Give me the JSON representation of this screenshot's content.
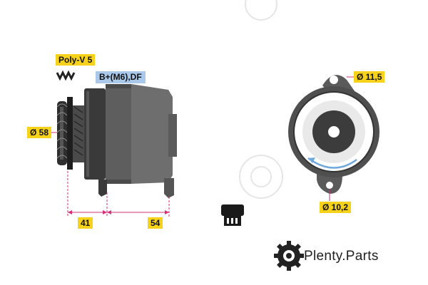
{
  "labels": {
    "belt_type": "Poly-V 5",
    "terminals": "B+(M6),DF",
    "pulley_diameter": "Ø 58",
    "mount_hole_top": "Ø 11,5",
    "mount_hole_bottom": "Ø 10,2",
    "dim_left": "41",
    "dim_right": "54"
  },
  "brand": {
    "name": "Plenty",
    "suffix": "Parts"
  },
  "colors": {
    "label_yellow": "#f7d21a",
    "terminal_blue": "#a9c8ea",
    "body_grey": "#6e6e6e",
    "housing_dark": "#3a3a3a",
    "dimension_pink": "#d62f7a",
    "rotation_arrow": "#6fa8dc"
  }
}
